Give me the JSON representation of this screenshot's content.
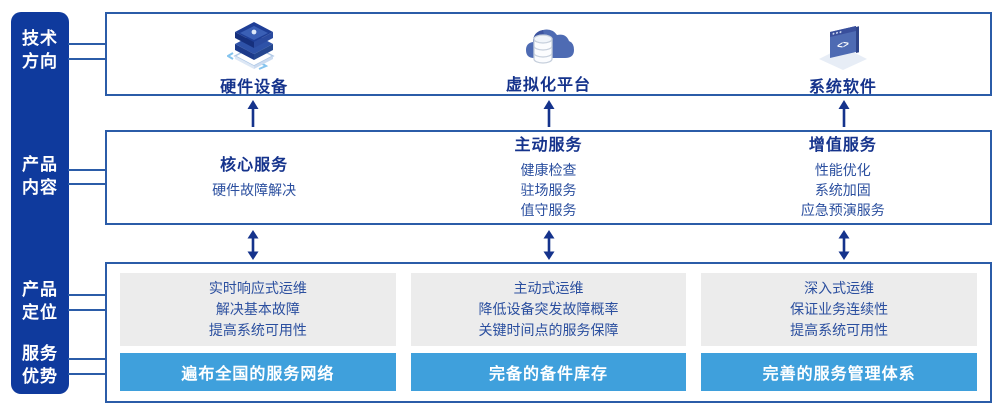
{
  "colors": {
    "sidebar_bg": "#0F3A9D",
    "box_border": "#2B5CA8",
    "heading_text": "#15338C",
    "body_text": "#2B4F9F",
    "banner_bg": "#3FA0DC",
    "panel_bg": "#ECECEC",
    "arrow": "#15338C"
  },
  "sidebar": {
    "items": [
      {
        "id": "tech-direction",
        "lines": [
          "技术",
          "方向"
        ]
      },
      {
        "id": "product-content",
        "lines": [
          "产品",
          "内容"
        ]
      },
      {
        "id": "product-position",
        "lines": [
          "产品",
          "定位"
        ]
      },
      {
        "id": "service-advantage",
        "lines": [
          "服务",
          "优势"
        ]
      }
    ]
  },
  "tech_row": {
    "items": [
      {
        "label": "硬件设备",
        "icon": "server-stack-icon"
      },
      {
        "label": "虚拟化平台",
        "icon": "cloud-database-icon"
      },
      {
        "label": "系统软件",
        "icon": "software-window-icon"
      }
    ]
  },
  "content_row": {
    "columns": [
      {
        "title": "核心服务",
        "items": [
          "硬件故障解决"
        ]
      },
      {
        "title": "主动服务",
        "items": [
          "健康检查",
          "驻场服务",
          "值守服务"
        ]
      },
      {
        "title": "增值服务",
        "items": [
          "性能优化",
          "系统加固",
          "应急预演服务"
        ]
      }
    ]
  },
  "position_row": {
    "columns": [
      {
        "lines": [
          "实时响应式运维",
          "解决基本故障",
          "提高系统可用性"
        ],
        "banner": "遍布全国的服务网络"
      },
      {
        "lines": [
          "主动式运维",
          "降低设备突发故障概率",
          "关键时间点的服务保障"
        ],
        "banner": "完备的备件库存"
      },
      {
        "lines": [
          "深入式运维",
          "保证业务连续性",
          "提高系统可用性"
        ],
        "banner": "完善的服务管理体系"
      }
    ]
  }
}
